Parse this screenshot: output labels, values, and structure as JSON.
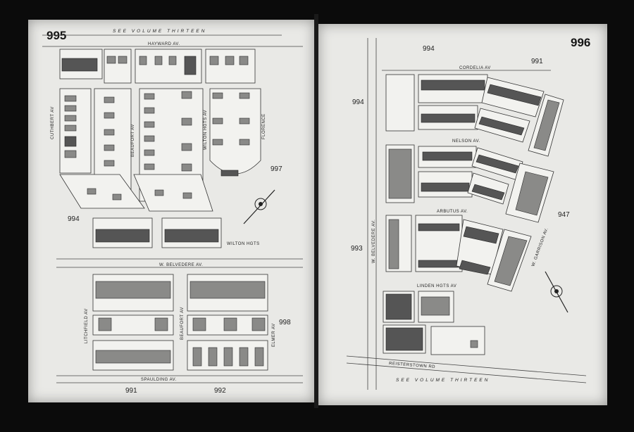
{
  "left_sheet": {
    "sheet_number": "995",
    "header_text": "SEE VOLUME THIRTEEN",
    "streets": {
      "hayward": "HAYWARD AV.",
      "cuthbert": "CUTHBERT AV",
      "beaufort_top": "BEAUFORT AV",
      "wilton_hgts_top": "WILTON HGTS AV",
      "florence": "FLORENCE",
      "w_belvedere": "W. BELVEDERE AV.",
      "litchfield": "LITCHFIELD AV",
      "beaufort_bottom": "BEAUFORT AV",
      "elmer": "ELMER AV",
      "spaulding": "SPAULDING AV.",
      "wilton_hgts_mid": "WILTON HGTS"
    },
    "adjacent_sheets": {
      "right_997": "997",
      "left_994": "994",
      "right_998": "998",
      "bottom_991": "991",
      "bottom_992": "992"
    },
    "compass": "north-arrow-icon"
  },
  "right_sheet": {
    "sheet_number": "996",
    "header_text": "SEE VOLUME THIRTEEN",
    "streets": {
      "cordelia": "CORDELIA AV",
      "nelson": "NELSON AV.",
      "arbutus": "ARBUTUS AV.",
      "w_belvedere": "W. BELVEDERE AV.",
      "w_garrison": "W. GARRISON AV.",
      "linden_hgts": "LINDEN HGTS AV",
      "reisterstown": "REISTERSTOWN RD"
    },
    "adjacent_sheets": {
      "top_994": "994",
      "top_991": "991",
      "left_994": "994",
      "left_993": "993",
      "right_947": "947"
    },
    "compass": "north-arrow-icon"
  },
  "colors": {
    "background": "#0b0b0b",
    "paper": "#e9e9e6",
    "ink": "#222222",
    "building": "#8a8a88"
  }
}
